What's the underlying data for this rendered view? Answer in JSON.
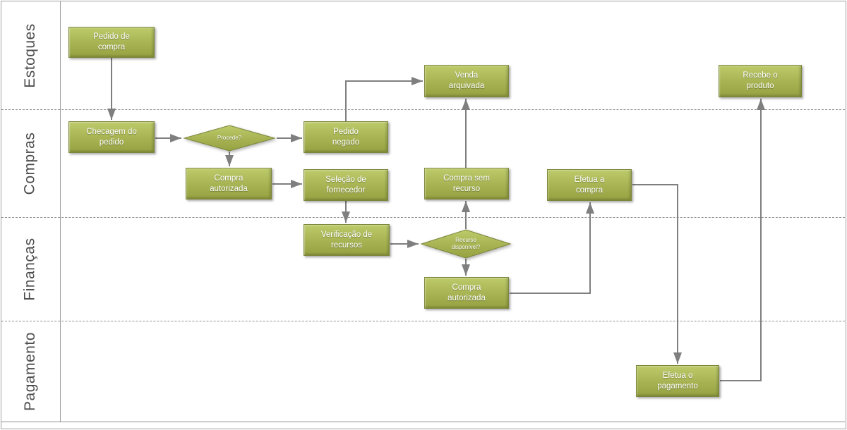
{
  "diagram": {
    "lanes": [
      {
        "label": "Estoques"
      },
      {
        "label": "Compras"
      },
      {
        "label": "Finanças"
      },
      {
        "label": "Pagamento"
      }
    ],
    "nodes": {
      "pedido_de_compra": {
        "label": "Pedido de\ncompra",
        "lane": "Estoques",
        "type": "process"
      },
      "venda_arquivada": {
        "label": "Venda\narquivada",
        "lane": "Estoques",
        "type": "process"
      },
      "recebe_o_produto": {
        "label": "Recebe o\nproduto",
        "lane": "Estoques",
        "type": "process"
      },
      "checagem_do_pedido": {
        "label": "Checagem do\npedido",
        "lane": "Compras",
        "type": "process"
      },
      "procede": {
        "label": "Procede?",
        "lane": "Compras",
        "type": "decision"
      },
      "pedido_negado": {
        "label": "Pedido\nnegado",
        "lane": "Compras",
        "type": "process"
      },
      "compra_autorizada_1": {
        "label": "Compra\nautorizada",
        "lane": "Compras",
        "type": "process"
      },
      "selecao_de_fornecedor": {
        "label": "Seleção de\nfornecedor",
        "lane": "Compras",
        "type": "process"
      },
      "compra_sem_recurso": {
        "label": "Compra sem\nrecurso",
        "lane": "Compras",
        "type": "process"
      },
      "efetua_a_compra": {
        "label": "Efetua a\ncompra",
        "lane": "Compras",
        "type": "process"
      },
      "verificacao_de_recursos": {
        "label": "Verificação de\nrecursos",
        "lane": "Finanças",
        "type": "process"
      },
      "recurso_disponivel": {
        "label": "Recurso\ndisponível?",
        "lane": "Finanças",
        "type": "decision"
      },
      "compra_autorizada_2": {
        "label": "Compra\nautorizada",
        "lane": "Finanças",
        "type": "process"
      },
      "efetua_o_pagamento": {
        "label": "Efetua o\npagamento",
        "lane": "Pagamento",
        "type": "process"
      }
    },
    "colors": {
      "node_light": "#becb6b",
      "node_mid": "#a9b554",
      "node_dark": "#96a241",
      "node_border": "#7d873b",
      "edge": "#7f7f7f",
      "lane_label": "#4d4d4d",
      "frame_border": "#9e9e9e",
      "separator": "#8f8f8f"
    }
  }
}
